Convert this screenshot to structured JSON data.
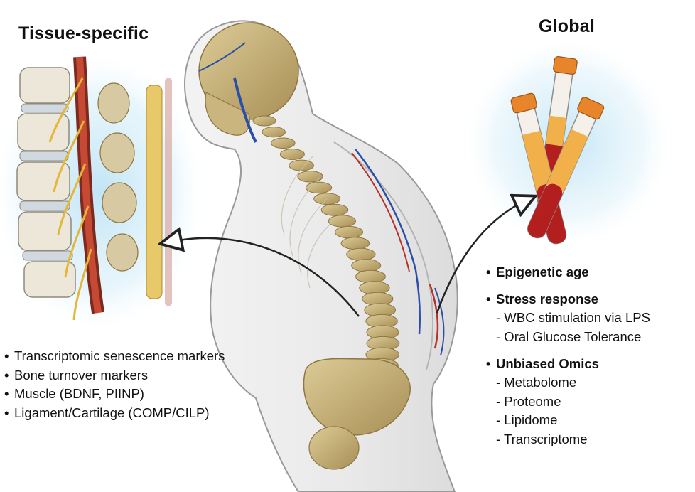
{
  "left_panel": {
    "title": "Tissue-specific",
    "items": [
      "Transcriptomic senescence markers",
      "Bone turnover markers",
      "Muscle (BDNF, PIINP)",
      "Ligament/Cartilage (COMP/CILP)"
    ]
  },
  "right_panel": {
    "title": "Global",
    "groups": [
      {
        "title": "Epigenetic age",
        "items": []
      },
      {
        "title": "Stress response",
        "items": [
          "- WBC stimulation via LPS",
          "- Oral Glucose Tolerance"
        ]
      },
      {
        "title": "Unbiased Omics",
        "items": [
          "- Metabolome",
          "- Proteome",
          "- Lipidome",
          "- Transcriptome"
        ]
      }
    ]
  },
  "bullet_glyph": "•",
  "colors": {
    "bone": "#c9b47e",
    "bone_dark": "#8e7640",
    "vein": "#2b4fa8",
    "artery": "#b8302a",
    "body_outline": "#9a9a9a",
    "nerve": "#e2b73a",
    "tube_cap": "#e8842a",
    "tube_orange": "#f2b04a",
    "tube_blood": "#b31e1e",
    "glow": "#bfe3f5"
  }
}
